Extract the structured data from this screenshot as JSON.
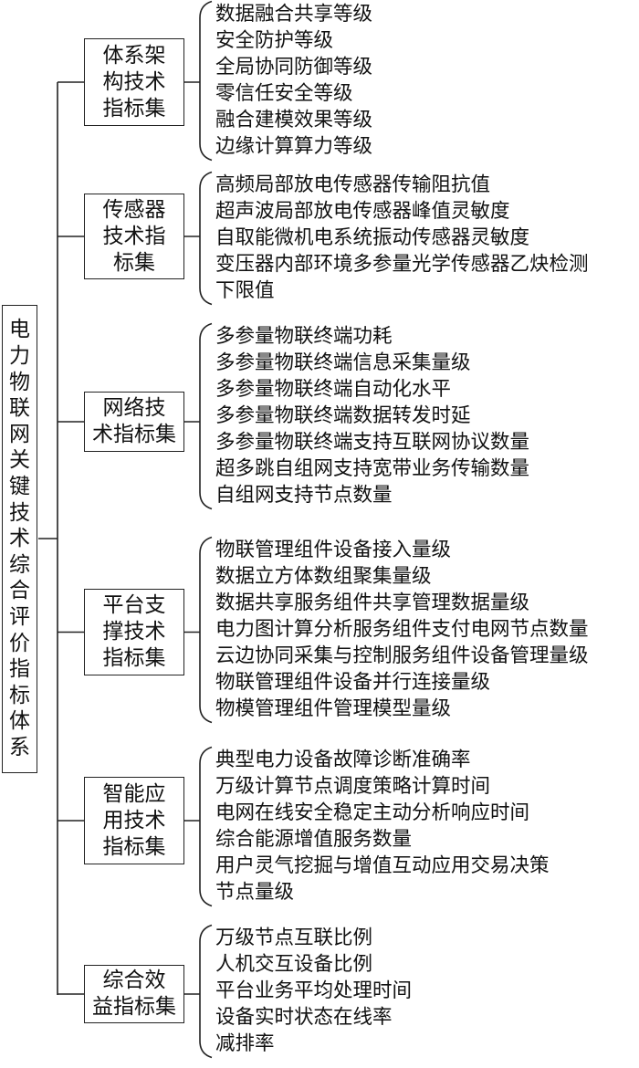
{
  "root": {
    "label": "电力物联网关键技术综合评价指标体系"
  },
  "groups": [
    {
      "name": "体系架构技术指标集",
      "lines": [
        "体系架",
        "构技术",
        "指标集"
      ],
      "items": [
        "数据融合共享等级",
        "安全防护等级",
        "全局协同防御等级",
        "零信任安全等级",
        "融合建模效果等级",
        "边缘计算算力等级"
      ]
    },
    {
      "name": "传感器技术指标集",
      "lines": [
        "传感器",
        "技术指",
        "标集"
      ],
      "items": [
        "高频局部放电传感器传输阻抗值",
        "超声波局部放电传感器峰值灵敏度",
        "自取能微机电系统振动传感器灵敏度",
        "变压器内部环境多参量光学传感器乙炔检测",
        "下限值"
      ]
    },
    {
      "name": "网络技术指标集",
      "lines": [
        "网络技",
        "术指标集"
      ],
      "items": [
        "多参量物联终端功耗",
        "多参量物联终端信息采集量级",
        "多参量物联终端自动化水平",
        "多参量物联终端数据转发时延",
        "多参量物联终端支持互联网协议数量",
        "超多跳自组网支持宽带业务传输数量",
        "自组网支持节点数量"
      ]
    },
    {
      "name": "平台支撑技术指标集",
      "lines": [
        "平台支",
        "撑技术",
        "指标集"
      ],
      "items": [
        "物联管理组件设备接入量级",
        "数据立方体数组聚集量级",
        "数据共享服务组件共享管理数据量级",
        "电力图计算分析服务组件支付电网节点数量",
        "云边协同采集与控制服务组件设备管理量级",
        "物联管理组件设备并行连接量级",
        "物模管理组件管理模型量级"
      ]
    },
    {
      "name": "智能应用技术指标集",
      "lines": [
        "智能应",
        "用技术",
        "指标集"
      ],
      "items": [
        "典型电力设备故障诊断准确率",
        "万级计算节点调度策略计算时间",
        "电网在线安全稳定主动分析响应时间",
        "综合能源增值服务数量",
        "用户灵气挖掘与增值互动应用交易决策",
        "节点量级"
      ]
    },
    {
      "name": "综合效益指标集",
      "lines": [
        "综合效",
        "益指标集"
      ],
      "items": [
        "万级节点互联比例",
        "人机交互设备比例",
        "平台业务平均处理时间",
        "设备实时状态在线率",
        "减排率"
      ]
    }
  ]
}
